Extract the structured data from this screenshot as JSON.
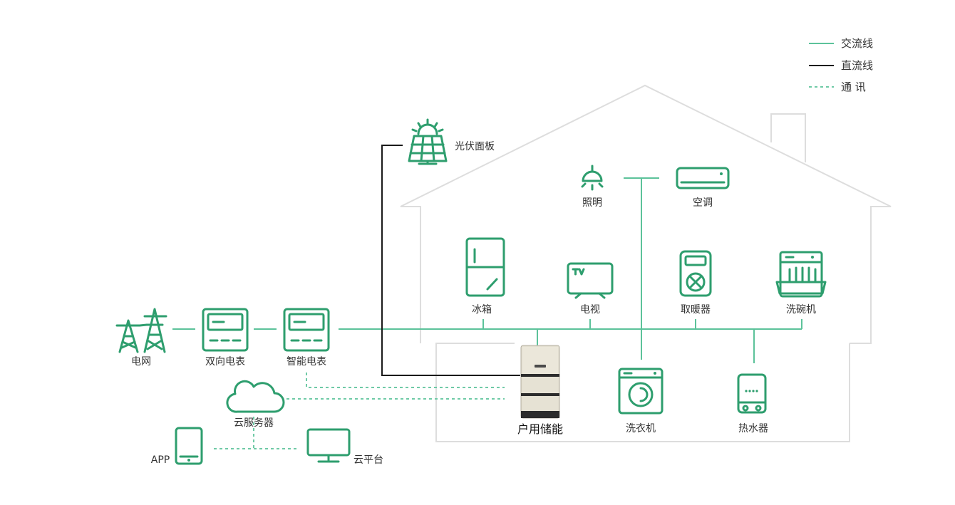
{
  "legend": {
    "ac_label": "交流线",
    "dc_label": "直流线",
    "comm_label": "通  讯"
  },
  "colors": {
    "ac_line": "#5cc29a",
    "dc_line": "#1a1a1a",
    "comm_line": "#6fcaa6",
    "icon": "#2e9e6e",
    "house_outline": "#dddddd"
  },
  "nodes": {
    "solar": "光伏面板",
    "lighting": "照明",
    "aircon": "空调",
    "fridge": "冰箱",
    "tv": "电视",
    "heater": "取暖器",
    "dishwasher": "洗碗机",
    "grid": "电网",
    "bidirectional_meter": "双向电表",
    "smart_meter": "智能电表",
    "storage": "户用储能",
    "washer": "洗衣机",
    "water_heater": "热水器",
    "cloud_server": "云服务器",
    "app": "APP",
    "cloud_platform": "云平台"
  },
  "icons": {
    "solar": "solar-panel-icon",
    "lighting": "ceiling-lamp-icon",
    "aircon": "air-conditioner-icon",
    "fridge": "refrigerator-icon",
    "tv": "tv-icon",
    "heater": "heater-icon",
    "dishwasher": "dishwasher-icon",
    "grid": "power-tower-icon",
    "meter": "meter-icon",
    "storage": "battery-storage-icon",
    "washer": "washing-machine-icon",
    "water_heater": "water-heater-icon",
    "cloud": "cloud-icon",
    "phone": "smartphone-icon",
    "monitor": "monitor-icon"
  }
}
